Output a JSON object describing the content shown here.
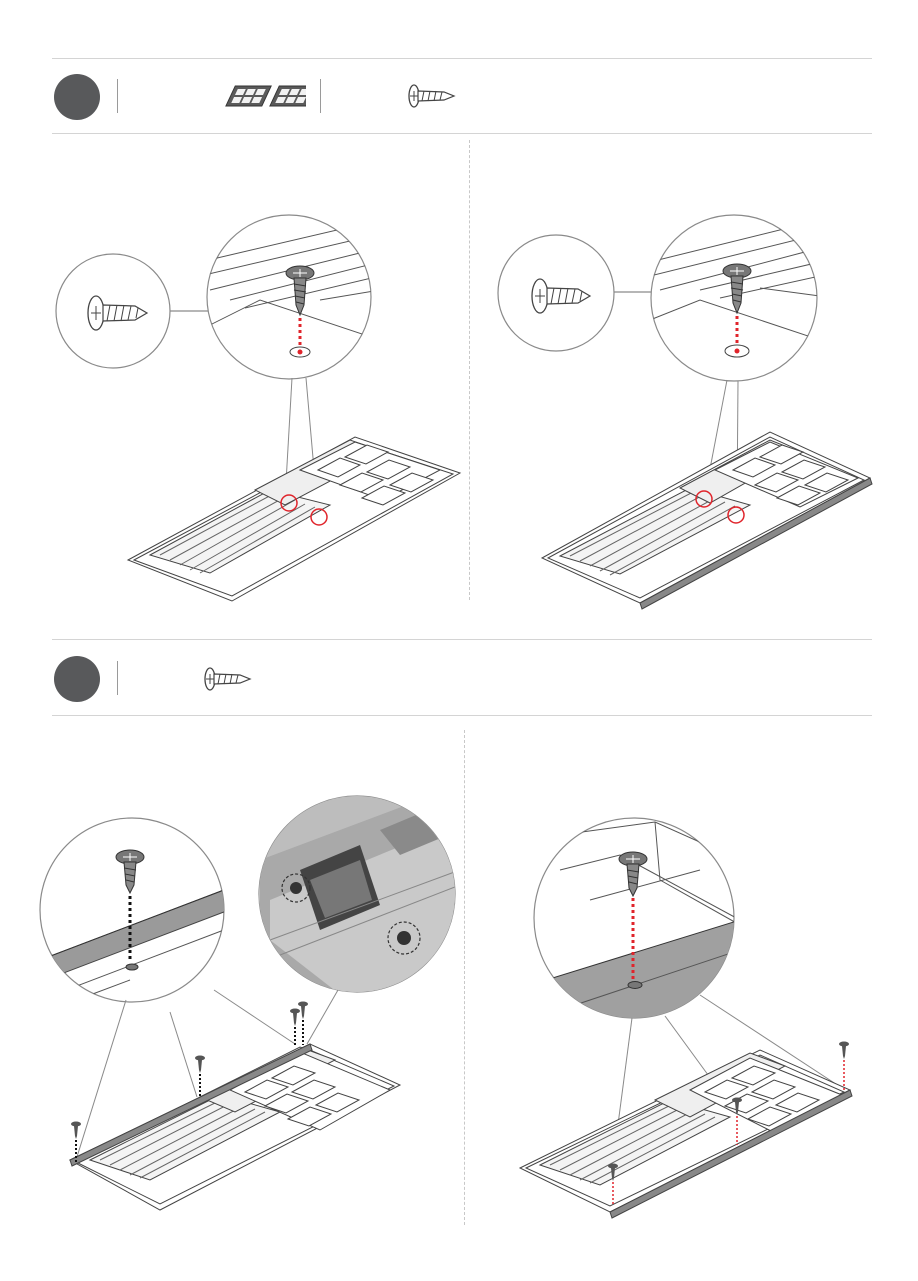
{
  "page": {
    "background": "#ffffff",
    "step_circle_color": "#58595b",
    "highlight_color": "#e0242b",
    "line_color": "#8a8a8a"
  },
  "steps": [
    {
      "parts_header": {
        "icons": [
          "window-insert-pair-icon",
          "screw-icon"
        ]
      },
      "panels": [
        {
          "view": "panel-left-screw-detail"
        },
        {
          "view": "panel-right-screw-detail"
        }
      ]
    },
    {
      "parts_header": {
        "icons": [
          "screw-icon"
        ]
      },
      "panels": [
        {
          "view": "panel-edge-screw-detail"
        },
        {
          "view": "panel-end-screw-detail"
        }
      ]
    }
  ]
}
